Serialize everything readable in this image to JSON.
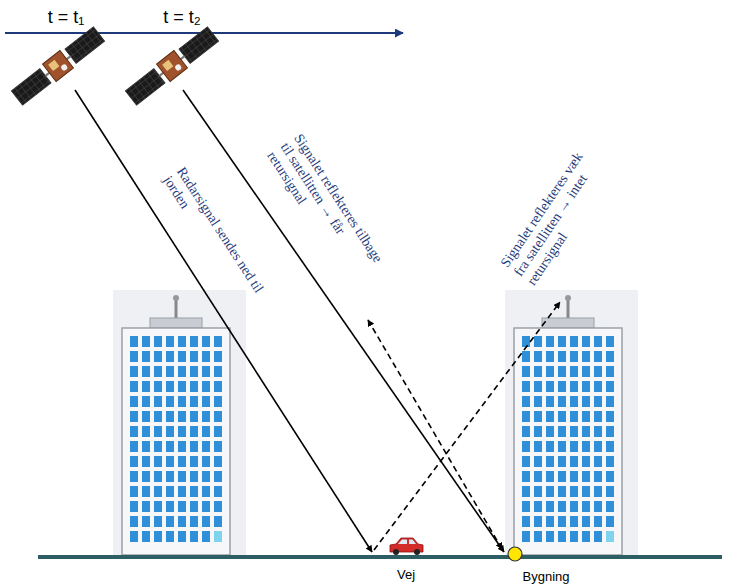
{
  "diagram": {
    "labels": [
      "t = t₁",
      "t = t₂",
      "Radarsignal sendes ned til jorden",
      "Signalet reflekteres tilbage til satellitten → får retursignal",
      "Signalet reflekteres væk fra satellitten → intet retursignal",
      "Vej",
      "Bygning"
    ]
  }
}
